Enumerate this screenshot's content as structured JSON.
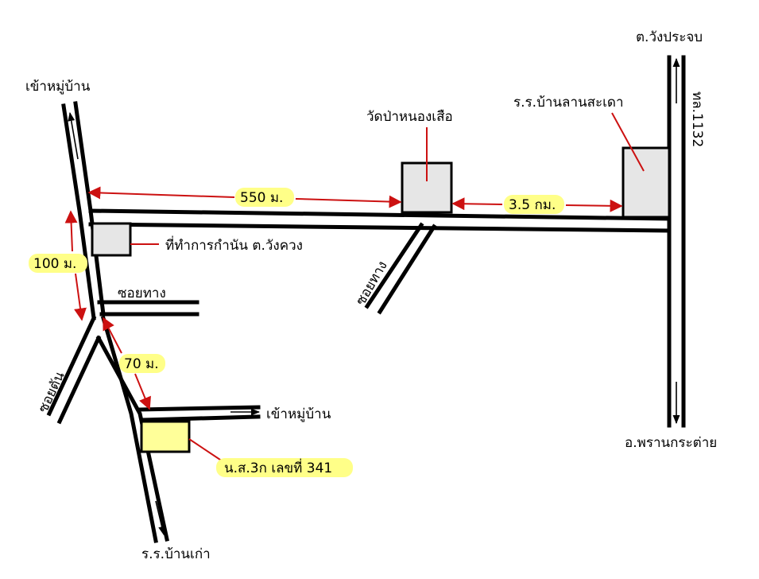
{
  "labels": {
    "to_village_top": "เข้าหมู่บ้าน",
    "wat": "วัดป่าหนองเสือ",
    "school_lansadao": "ร.ร.บ้านลานสะเดา",
    "wangprachap": "ต.วังประจบ",
    "highway": "ทล.1132",
    "kamnan_office": "ที่ทำการกำนัน ต.วังควง",
    "soi_left": "ซอยทาง",
    "soi_diag": "ซอยทาง",
    "soi_dead_end": "ซอยตัน",
    "to_village_bottom": "เข้าหมู่บ้าน",
    "land_plot": "น.ส.3ก เลขที่ 341",
    "school_old": "ร.ร.บ้านเก่า",
    "phran_kratai": "อ.พรานกระต่าย"
  },
  "distances": {
    "d550": "550 ม.",
    "d35": "3.5 กม.",
    "d100": "100 ม.",
    "d70": "70 ม."
  },
  "colors": {
    "road": "#000000",
    "measure": "#cc1111",
    "highlight": "#ffff88",
    "building": "#e6e6e6",
    "plot": "#ffff99"
  },
  "icons": {
    "arrow": "double-line-arrow"
  }
}
